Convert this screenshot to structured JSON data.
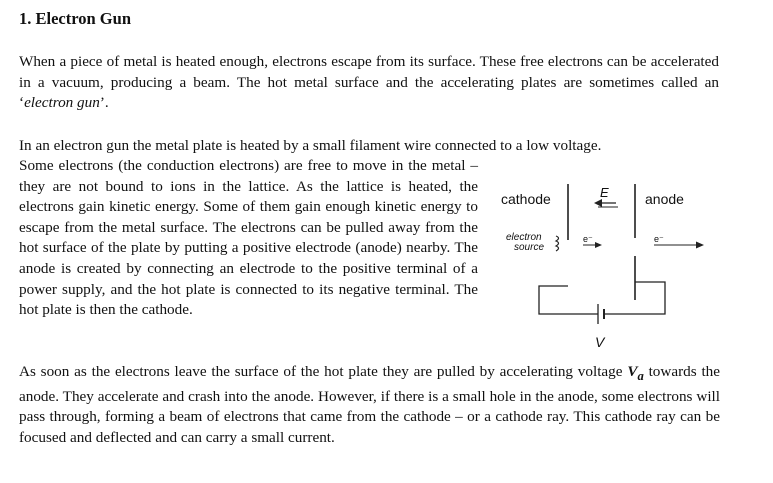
{
  "heading": "1. Electron Gun",
  "paragraph1": {
    "before_italic": "When a piece of metal is heated enough, electrons escape from its surface. These free electrons can be accelerated in a vacuum, producing a beam. The hot metal surface and the accelerating plates are sometimes called an ‘",
    "italic": "electron gun",
    "after_italic": "’."
  },
  "paragraph2": {
    "first_line": "In an electron gun the metal plate is heated by a small filament wire connected to a low voltage.",
    "rest": "Some electrons (the conduction electrons) are free to move in the metal – they are not bound to ions in the lattice. As the lattice is heated, the electrons gain kinetic energy. Some of them gain enough kinetic energy to escape from the metal surface. The electrons can be pulled away from the hot surface of the plate by putting a positive electrode (anode) nearby. The anode is created by connecting an electrode to the positive terminal of a power supply, and the hot plate is connected to its negative terminal. The hot plate is then the cathode."
  },
  "paragraph3": {
    "before_symbol": "As soon as the electrons leave the surface of the hot plate they are pulled by accelerating voltage ",
    "symbol_main": "V",
    "symbol_sub": "a",
    "after_symbol": " towards the anode. They accelerate and crash into the anode. However, if there is a small hole in the anode, some electrons will pass through, forming a beam of electrons that came from the cathode – or a cathode ray. This cathode ray can be focused and deflected and can carry a small current."
  },
  "diagram": {
    "cathode_label": "cathode",
    "anode_label": "anode",
    "field_label": "E",
    "source_label_line1": "electron",
    "source_label_line2": "source",
    "voltage_label": "V",
    "electron_symbol": "e⁻"
  }
}
